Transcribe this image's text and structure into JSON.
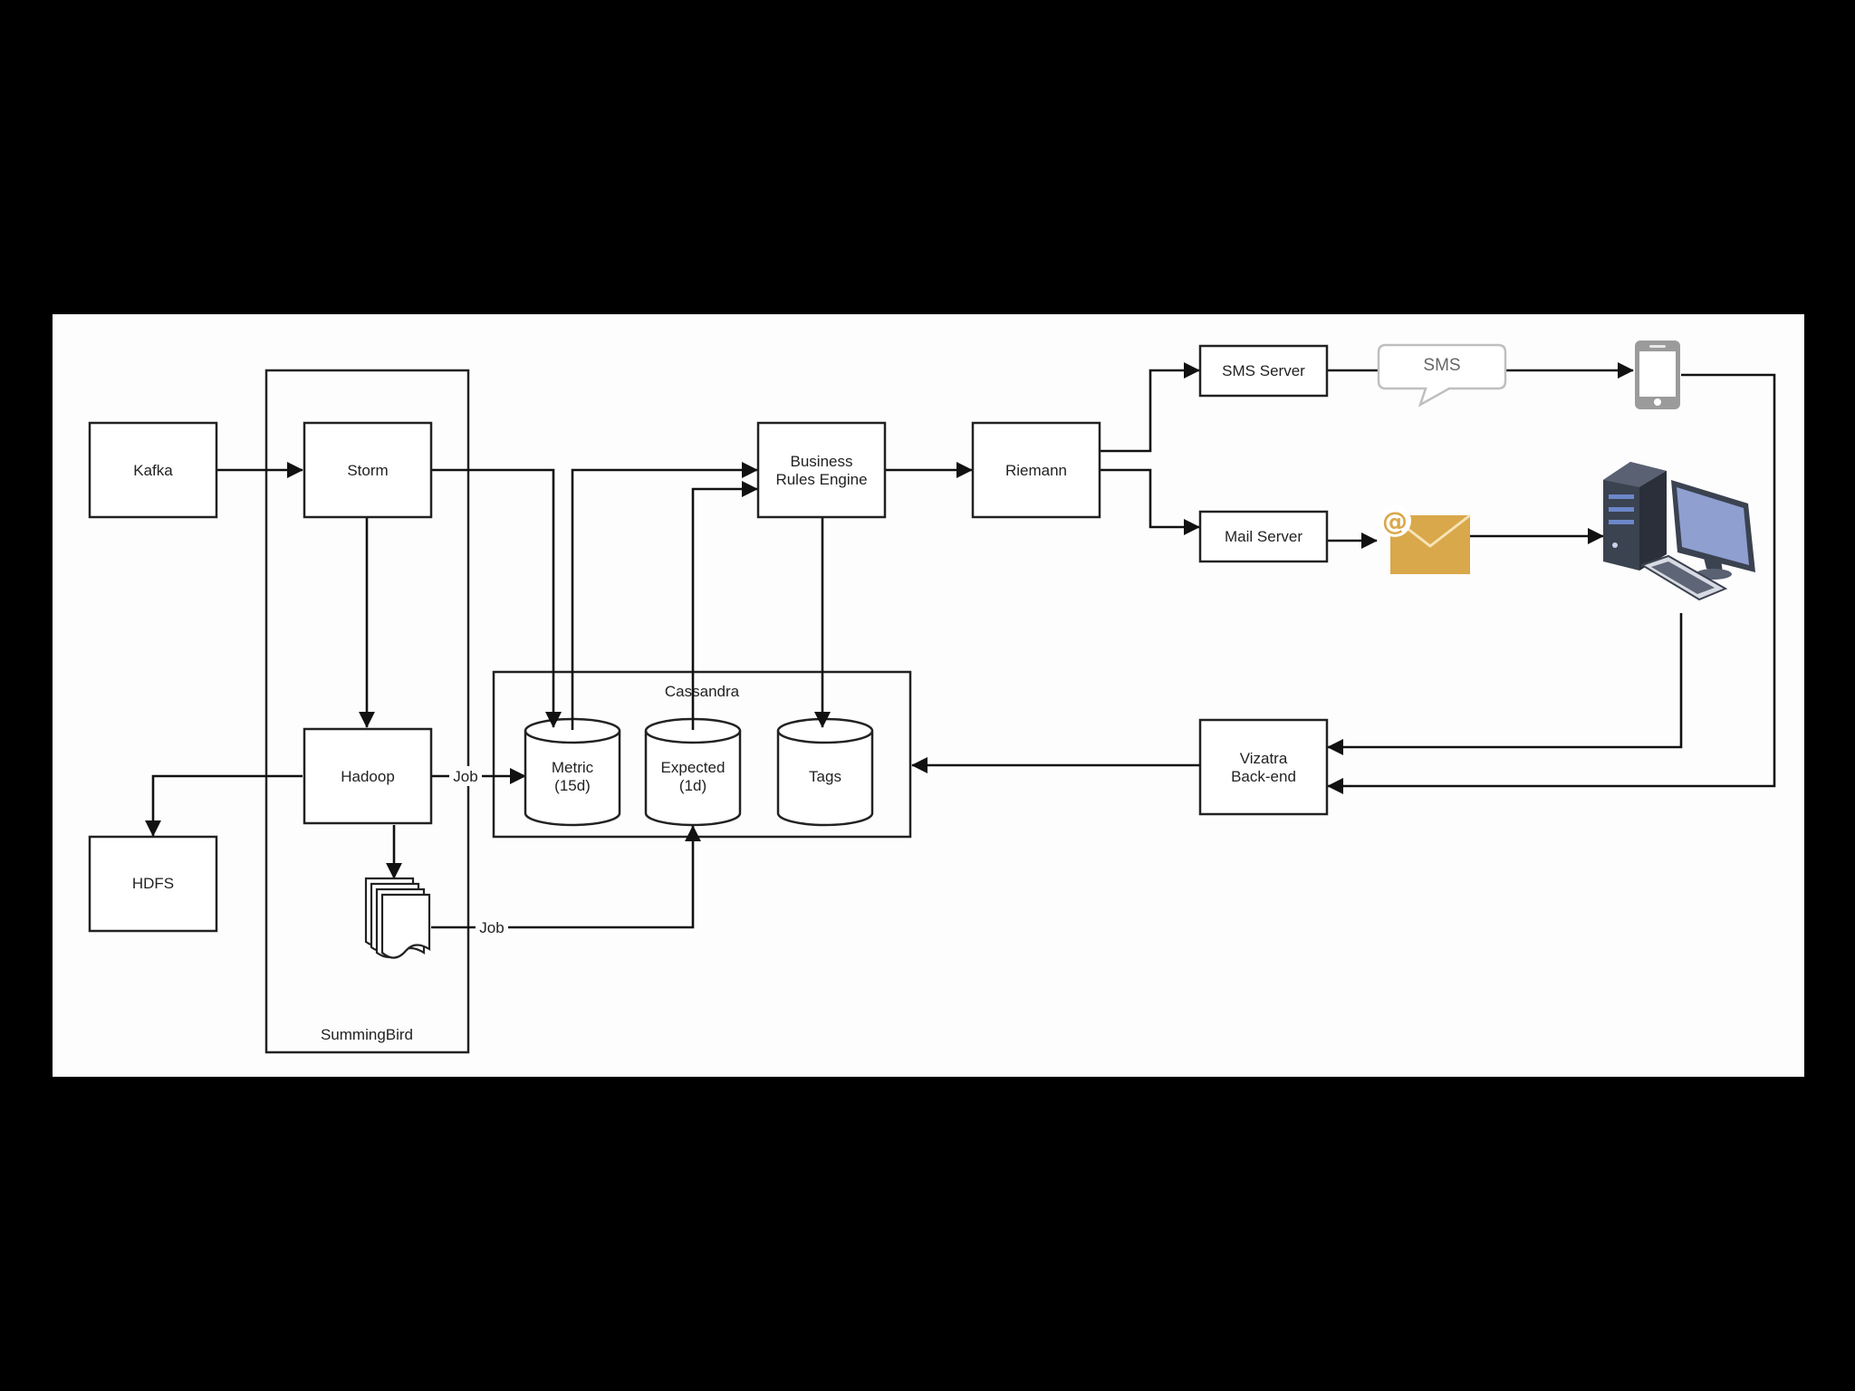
{
  "diagram": {
    "nodes": {
      "kafka": "Kafka",
      "storm": "Storm",
      "hadoop": "Hadoop",
      "hdfs": "HDFS",
      "summingbird": "SummingBird",
      "bre_line1": "Business",
      "bre_line2": "Rules Engine",
      "riemann": "Riemann",
      "sms_server": "SMS Server",
      "mail_server": "Mail Server",
      "sms_bubble": "SMS",
      "vizatra_line1": "Vizatra",
      "vizatra_line2": "Back-end",
      "cassandra": "Cassandra",
      "metric_line1": "Metric",
      "metric_line2": "(15d)",
      "expected_line1": "Expected",
      "expected_line2": "(1d)",
      "tags": "Tags"
    },
    "edge_labels": {
      "hadoop_job": "Job",
      "docs_job": "Job"
    },
    "icons": [
      "documents-icon",
      "sms-bubble-icon",
      "mobile-phone-icon",
      "email-envelope-icon",
      "desktop-computer-icon"
    ],
    "colors": {
      "background": "#000000",
      "canvas": "#ffffff",
      "stroke": "#222222",
      "email_accent": "#d9a84a",
      "server_dark": "#3b4250",
      "monitor_screen": "#8e9fd0",
      "phone_gray": "#9b9b9b"
    }
  }
}
